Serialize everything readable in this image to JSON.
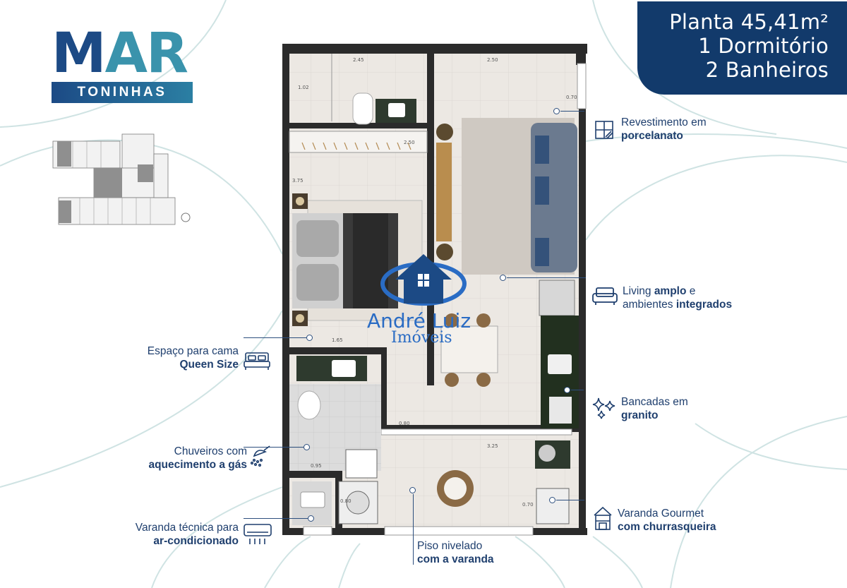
{
  "header": {
    "area_line": "Planta 45,41m²",
    "bedrooms_line": "1 Dormitório",
    "bathrooms_line": "2 Banheiros"
  },
  "logo": {
    "main_left": "M",
    "main_right": "AR",
    "subtitle": "TONINHAS"
  },
  "watermark": {
    "name": "André Luiz",
    "subtitle": "Imóveis"
  },
  "callouts": {
    "porcelain": {
      "line1": "Revestimento em",
      "bold": "porcelanato"
    },
    "living": {
      "prefix": "Living ",
      "bold1": "amplo",
      "mid": " e",
      "line2": "ambientes ",
      "bold2": "integrados"
    },
    "granite": {
      "line1": "Bancadas em",
      "bold": "granito"
    },
    "gourmet": {
      "line1": "Varanda Gourmet",
      "bold": "com churrasqueira"
    },
    "floor": {
      "line1": "Piso nivelado",
      "bold": "com a varanda"
    },
    "technical": {
      "line1": "Varanda técnica para",
      "bold": "ar-condicionado"
    },
    "shower": {
      "line1": "Chuveiros com",
      "bold": "aquecimento a gás"
    },
    "bed": {
      "line1": "Espaço para cama",
      "bold": "Queen Size"
    }
  },
  "dimensions": [
    "2.45",
    "2.50",
    "1.02",
    "0.70",
    "2.50",
    "3.75",
    "1.65",
    "0.80",
    "3.25",
    "0.95",
    "0.80",
    "0.70"
  ],
  "colors": {
    "navy": "#123a6b",
    "teal": "#3a93ac",
    "wall": "#2b2b2b",
    "floor": "#ece8e3"
  },
  "icons": [
    "tile-icon",
    "sofa-icon",
    "sparkle-icon",
    "grill-icon",
    "bed-icon",
    "shower-icon",
    "air-conditioner-icon",
    "house-logo-icon"
  ]
}
